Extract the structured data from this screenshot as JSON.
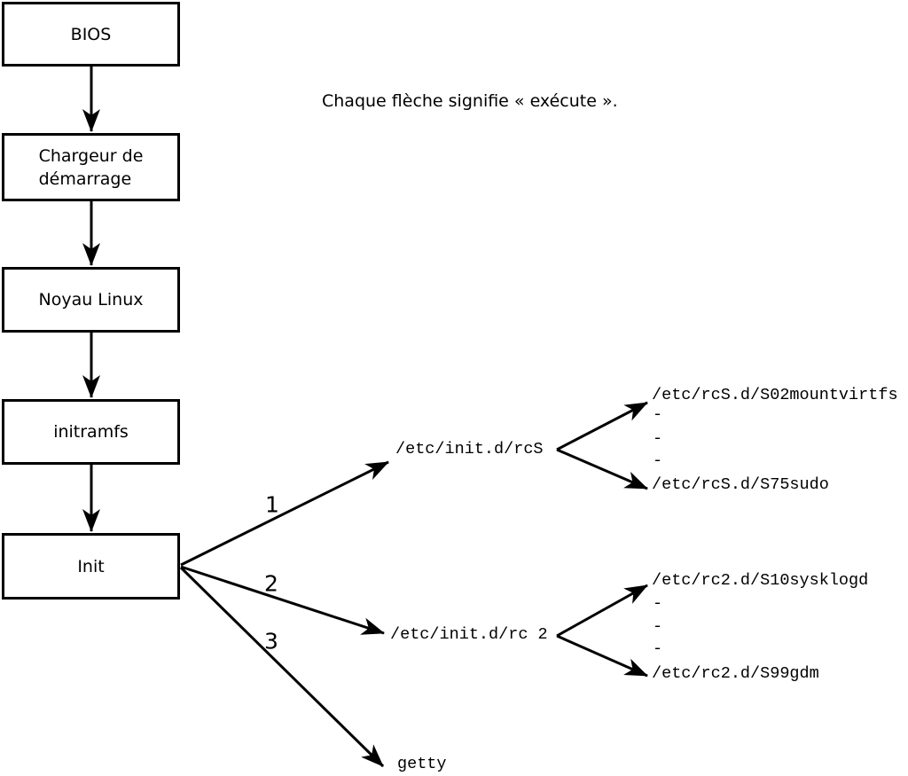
{
  "colors": {
    "stroke": "#000000",
    "background": "#ffffff",
    "box_fill": "#ffffff"
  },
  "note": "Chaque flèche signifie « exécute ».",
  "boot_chain": [
    {
      "label": "BIOS"
    },
    {
      "label": "Chargeur de\ndémarrage"
    },
    {
      "label": "Noyau Linux"
    },
    {
      "label": "initramfs"
    },
    {
      "label": "Init"
    }
  ],
  "init_branches": [
    {
      "number": "1",
      "target": "/etc/init.d/rcS"
    },
    {
      "number": "2",
      "target": "/etc/init.d/rc 2"
    },
    {
      "number": "3",
      "target": "getty"
    }
  ],
  "script_groups": [
    {
      "parent": "/etc/init.d/rcS",
      "first_script": "/etc/rcS.d/S02mountvirtfs",
      "ellipsis": [
        "-",
        "-",
        "-"
      ],
      "last_script": "/etc/rcS.d/S75sudo"
    },
    {
      "parent": "/etc/init.d/rc 2",
      "first_script": "/etc/rc2.d/S10sysklogd",
      "ellipsis": [
        "-",
        "-",
        "-"
      ],
      "last_script": "/etc/rc2.d/S99gdm"
    }
  ]
}
